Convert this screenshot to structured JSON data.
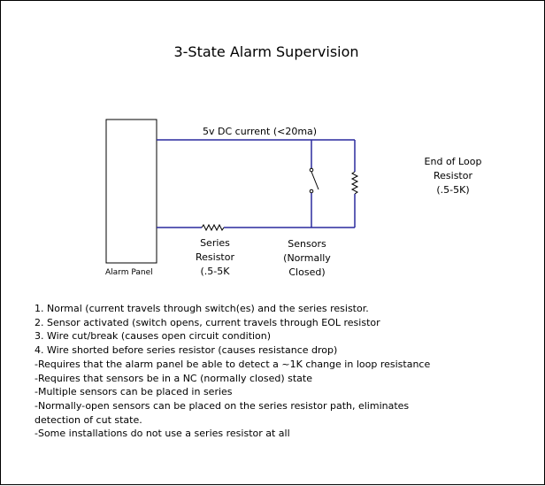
{
  "title": "3-State Alarm Supervision",
  "labels": {
    "current": "5v DC current (<20ma)",
    "alarm_panel": "Alarm Panel",
    "series_resistor": [
      "Series",
      "Resistor",
      "(.5-5K"
    ],
    "sensors": [
      "Sensors",
      "(Normally",
      "Closed)"
    ],
    "eol_resistor": [
      "End of Loop",
      "Resistor",
      "(.5-5K)"
    ]
  },
  "notes": [
    "1. Normal (current travels through switch(es) and the series resistor.",
    "2. Sensor activated (switch opens, current travels through EOL resistor",
    "3. Wire cut/break (causes open circuit condition)",
    "4. Wire shorted before series resistor (causes resistance drop)",
    "-Requires that the alarm panel be able to detect a ~1K change in loop resistance",
    "-Requires that sensors be in a NC (normally closed) state",
    "-Multiple sensors can be placed in series",
    "-Normally-open sensors can be placed on the series resistor path, eliminates",
    "detection of cut state.",
    "-Some installations do not use a series resistor at all"
  ],
  "colors": {
    "wire": "#2a2a9e",
    "outline": "#000000"
  }
}
